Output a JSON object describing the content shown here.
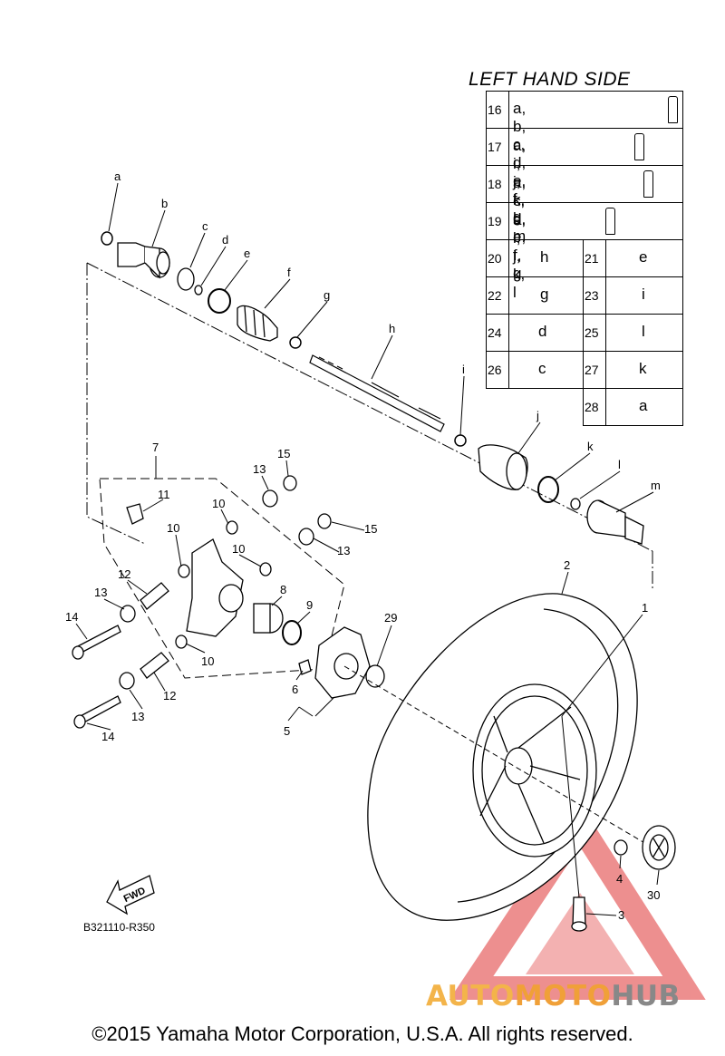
{
  "diagram": {
    "table_title": "LEFT HAND SIDE",
    "table_rows_wide": [
      {
        "num": "16",
        "letters": "a, b, c, d, e, f, g",
        "icon": "grease-tube-icon"
      },
      {
        "num": "17",
        "letters": "a, i, j, k, l, m",
        "icon": "grease-tube-icon"
      },
      {
        "num": "18",
        "letters": "a, c, d, e, f, g",
        "icon": "grease-tube-icon"
      },
      {
        "num": "19",
        "letters": "a, i, j, k, l",
        "icon": "grease-tube-icon"
      }
    ],
    "table_rows_pairs": [
      {
        "left_num": "20",
        "left_val": "h",
        "right_num": "21",
        "right_val": "e"
      },
      {
        "left_num": "22",
        "left_val": "g",
        "right_num": "23",
        "right_val": "i"
      },
      {
        "left_num": "24",
        "left_val": "d",
        "right_num": "25",
        "right_val": "l"
      },
      {
        "left_num": "26",
        "left_val": "c",
        "right_num": "27",
        "right_val": "k"
      }
    ],
    "table_row_last": {
      "right_num": "28",
      "right_val": "a"
    },
    "letter_labels": [
      "a",
      "b",
      "c",
      "d",
      "e",
      "f",
      "g",
      "h",
      "i",
      "j",
      "k",
      "l",
      "m"
    ],
    "number_labels": [
      "1",
      "2",
      "3",
      "4",
      "5",
      "6",
      "7",
      "8",
      "9",
      "10",
      "10",
      "10",
      "10",
      "11",
      "12",
      "12",
      "13",
      "13",
      "13",
      "13",
      "14",
      "14",
      "15",
      "15",
      "29",
      "30"
    ],
    "fwd_label": "FWD",
    "figure_code": "B321110-R350",
    "copyright": "©2015 Yamaha Motor Corporation, U.S.A. All rights reserved.",
    "watermark": {
      "part1": "AUTO",
      "part2": "MOTO",
      "part3": "HUB",
      "color_primary": "#f3b44a",
      "color_secondary": "#888888",
      "triangle_color": "#e86a6a"
    }
  }
}
